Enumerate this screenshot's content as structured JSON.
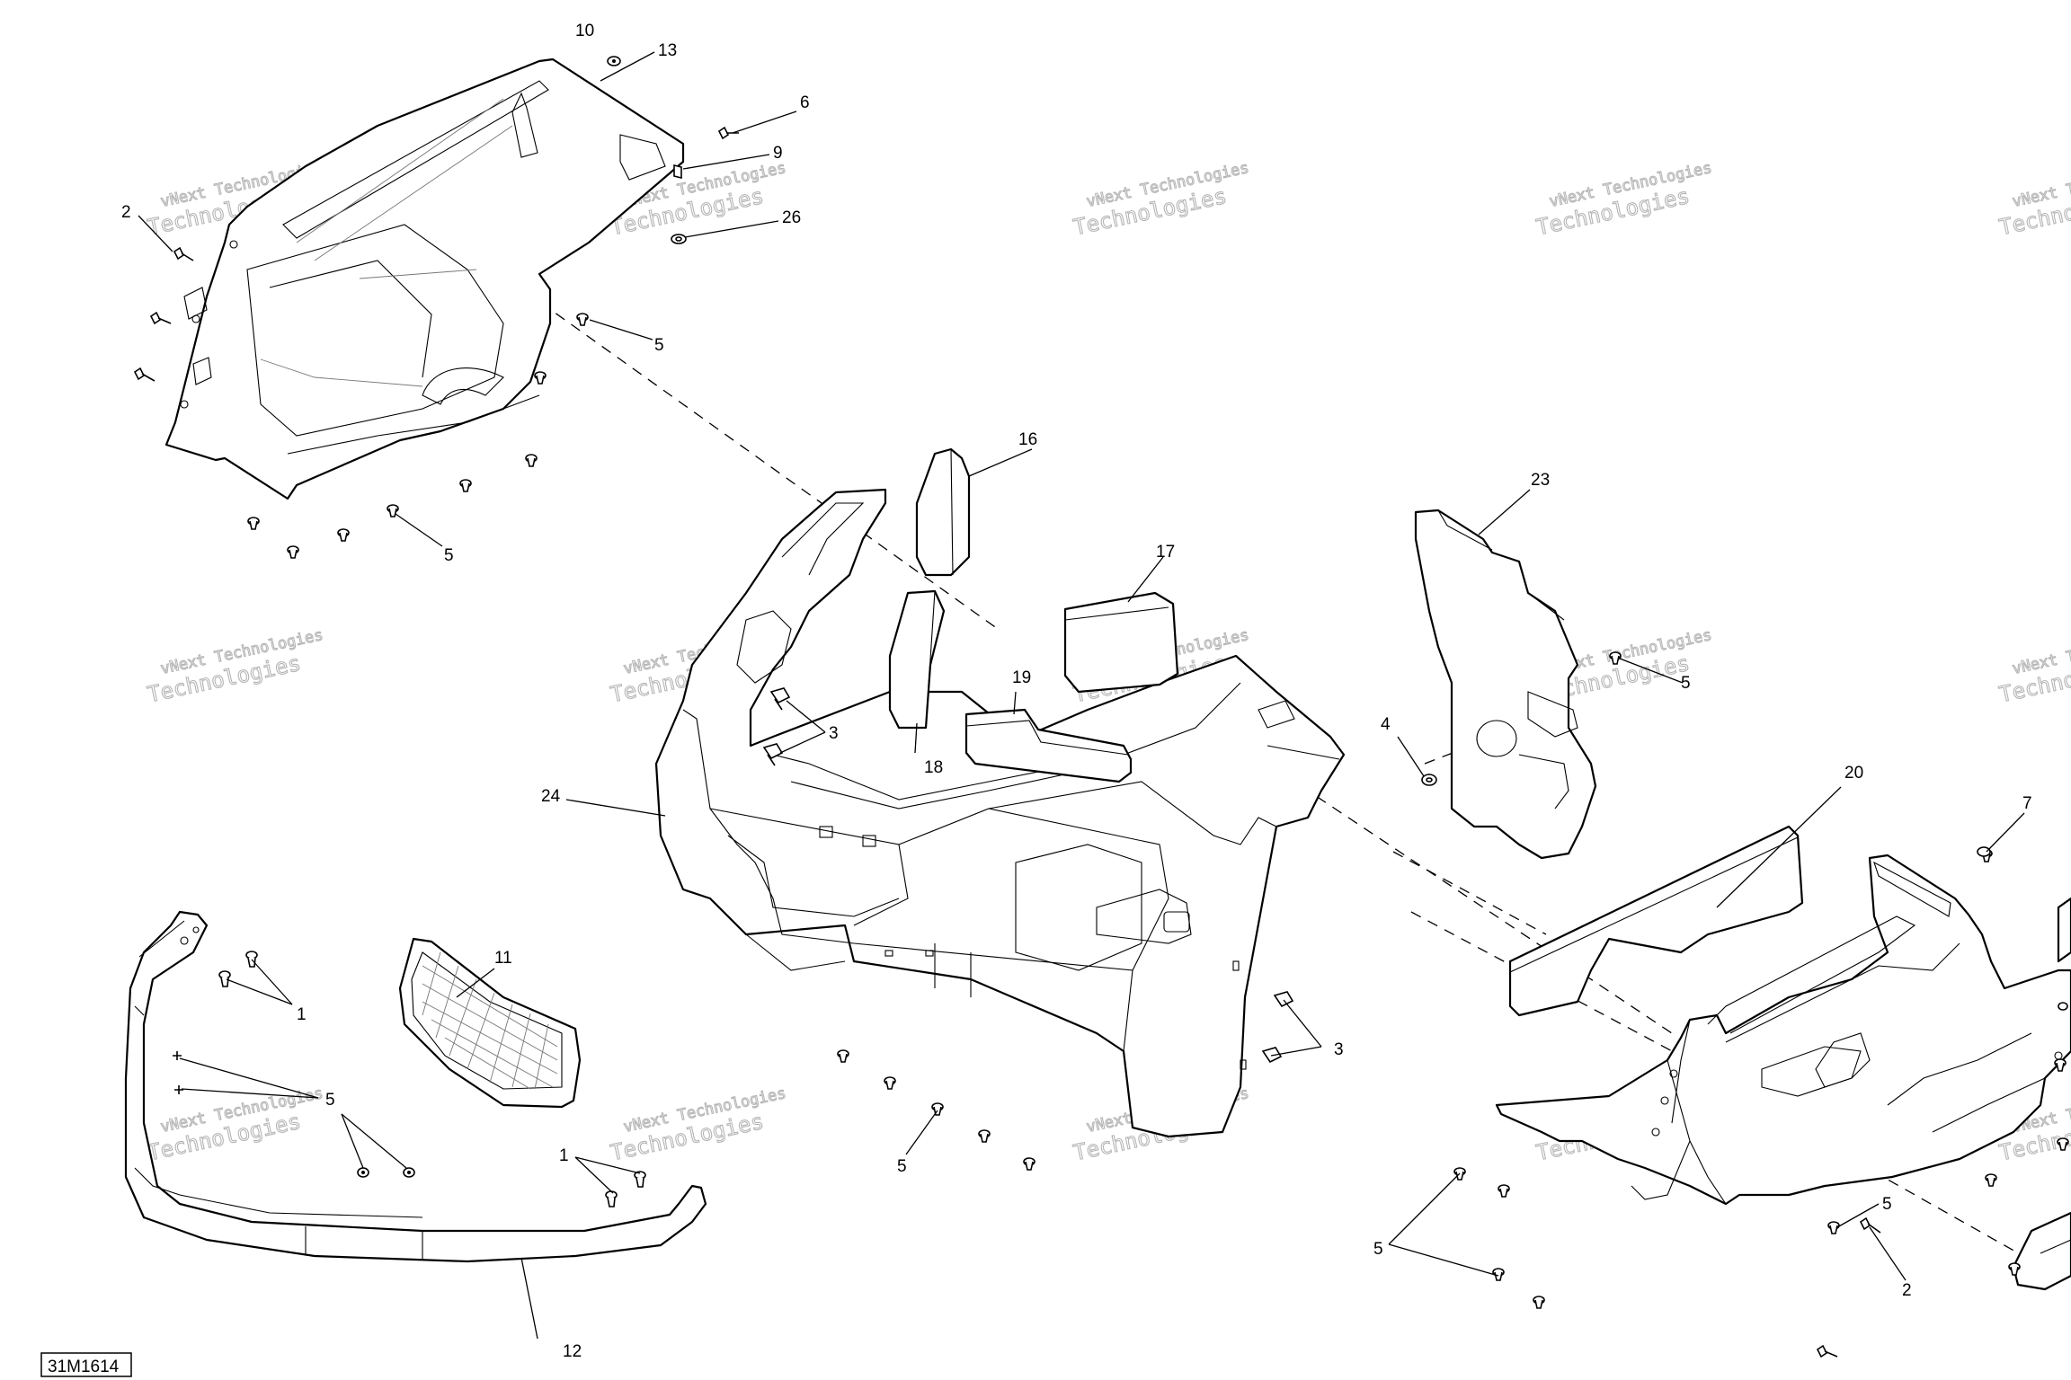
{
  "diagram": {
    "reference_code": "31M1614",
    "watermark": {
      "line1": "vNext Technologies",
      "line2": "Technologies",
      "swoosh": "vNext"
    },
    "callouts": [
      {
        "id": "c10",
        "label": "10"
      },
      {
        "id": "c13",
        "label": "13"
      },
      {
        "id": "c6",
        "label": "6"
      },
      {
        "id": "c9",
        "label": "9"
      },
      {
        "id": "c2a",
        "label": "2"
      },
      {
        "id": "c26",
        "label": "26"
      },
      {
        "id": "c5a",
        "label": "5"
      },
      {
        "id": "c5b",
        "label": "5"
      },
      {
        "id": "c16",
        "label": "16"
      },
      {
        "id": "c23",
        "label": "23"
      },
      {
        "id": "c17",
        "label": "17"
      },
      {
        "id": "c5c",
        "label": "5"
      },
      {
        "id": "c19",
        "label": "19"
      },
      {
        "id": "c3a",
        "label": "3"
      },
      {
        "id": "c18",
        "label": "18"
      },
      {
        "id": "c4",
        "label": "4"
      },
      {
        "id": "c24",
        "label": "24"
      },
      {
        "id": "c20",
        "label": "20"
      },
      {
        "id": "c7",
        "label": "7"
      },
      {
        "id": "c11",
        "label": "11"
      },
      {
        "id": "c1a",
        "label": "1"
      },
      {
        "id": "c3b",
        "label": "3"
      },
      {
        "id": "c5d",
        "label": "5"
      },
      {
        "id": "c5e",
        "label": "5"
      },
      {
        "id": "c1b",
        "label": "1"
      },
      {
        "id": "c5f",
        "label": "5"
      },
      {
        "id": "c5g",
        "label": "5"
      },
      {
        "id": "c2b",
        "label": "2"
      },
      {
        "id": "c12",
        "label": "12"
      }
    ]
  }
}
